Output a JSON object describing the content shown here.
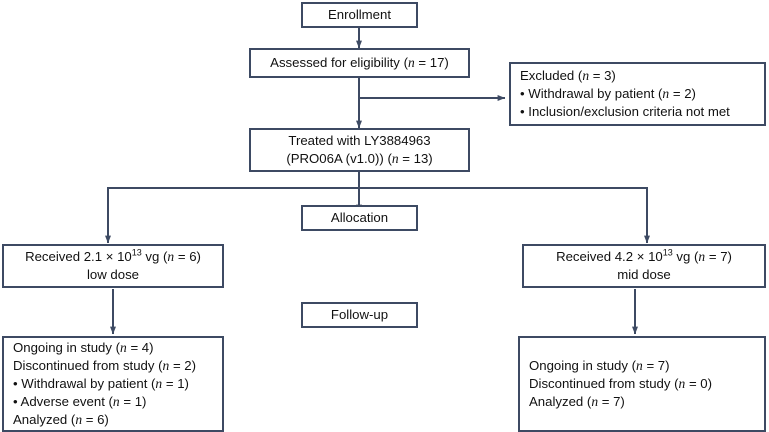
{
  "diagram": {
    "type": "consort-flow-diagram",
    "line_color": "#3d4a63",
    "background": "#ffffff",
    "text_color": "#111111"
  },
  "stages": {
    "enrollment": "Enrollment",
    "allocation": "Allocation",
    "followup": "Follow-up"
  },
  "nodes": {
    "assessed": {
      "line1": "Assessed for eligibility (",
      "n_symbol": "n",
      "line1_end": " = 17)"
    },
    "excluded": {
      "title_pre": "Excluded (",
      "title_n": "n",
      "title_post": " = 3)",
      "item1_pre": "• Withdrawal by patient (",
      "item1_n": "n",
      "item1_post": " = 2)",
      "item2": "• Inclusion/exclusion criteria not met"
    },
    "treated": {
      "line1": "Treated with LY3884963",
      "line2_pre": "(PRO06A (v1.0)) (",
      "line2_n": "n",
      "line2_post": " = 13)"
    },
    "low_dose": {
      "line1_pre": "Received 2.1 × 10",
      "exponent": "13",
      "line1_mid": " vg (",
      "line1_n": "n",
      "line1_post": " = 6)",
      "line2": "low dose"
    },
    "mid_dose": {
      "line1_pre": "Received 4.2 × 10",
      "exponent": "13",
      "line1_mid": " vg (",
      "line1_n": "n",
      "line1_post": " = 7)",
      "line2": "mid dose"
    },
    "low_dose_followup": {
      "row1_pre": "Ongoing in study (",
      "row1_n": "n",
      "row1_post": " = 4)",
      "row2_pre": "Discontinued from study (",
      "row2_n": "n",
      "row2_post": " = 2)",
      "row3_pre": "• Withdrawal by patient (",
      "row3_n": "n",
      "row3_post": " = 1)",
      "row4_pre": "• Adverse event (",
      "row4_n": "n",
      "row4_post": " = 1)",
      "row5_pre": "Analyzed (",
      "row5_n": "n",
      "row5_post": " = 6)"
    },
    "mid_dose_followup": {
      "row1_pre": "Ongoing in study (",
      "row1_n": "n",
      "row1_post": " = 7)",
      "row2_pre": "Discontinued from study (",
      "row2_n": "n",
      "row2_post": " = 0)",
      "row3_pre": "Analyzed (",
      "row3_n": "n",
      "row3_post": " = 7)"
    }
  }
}
